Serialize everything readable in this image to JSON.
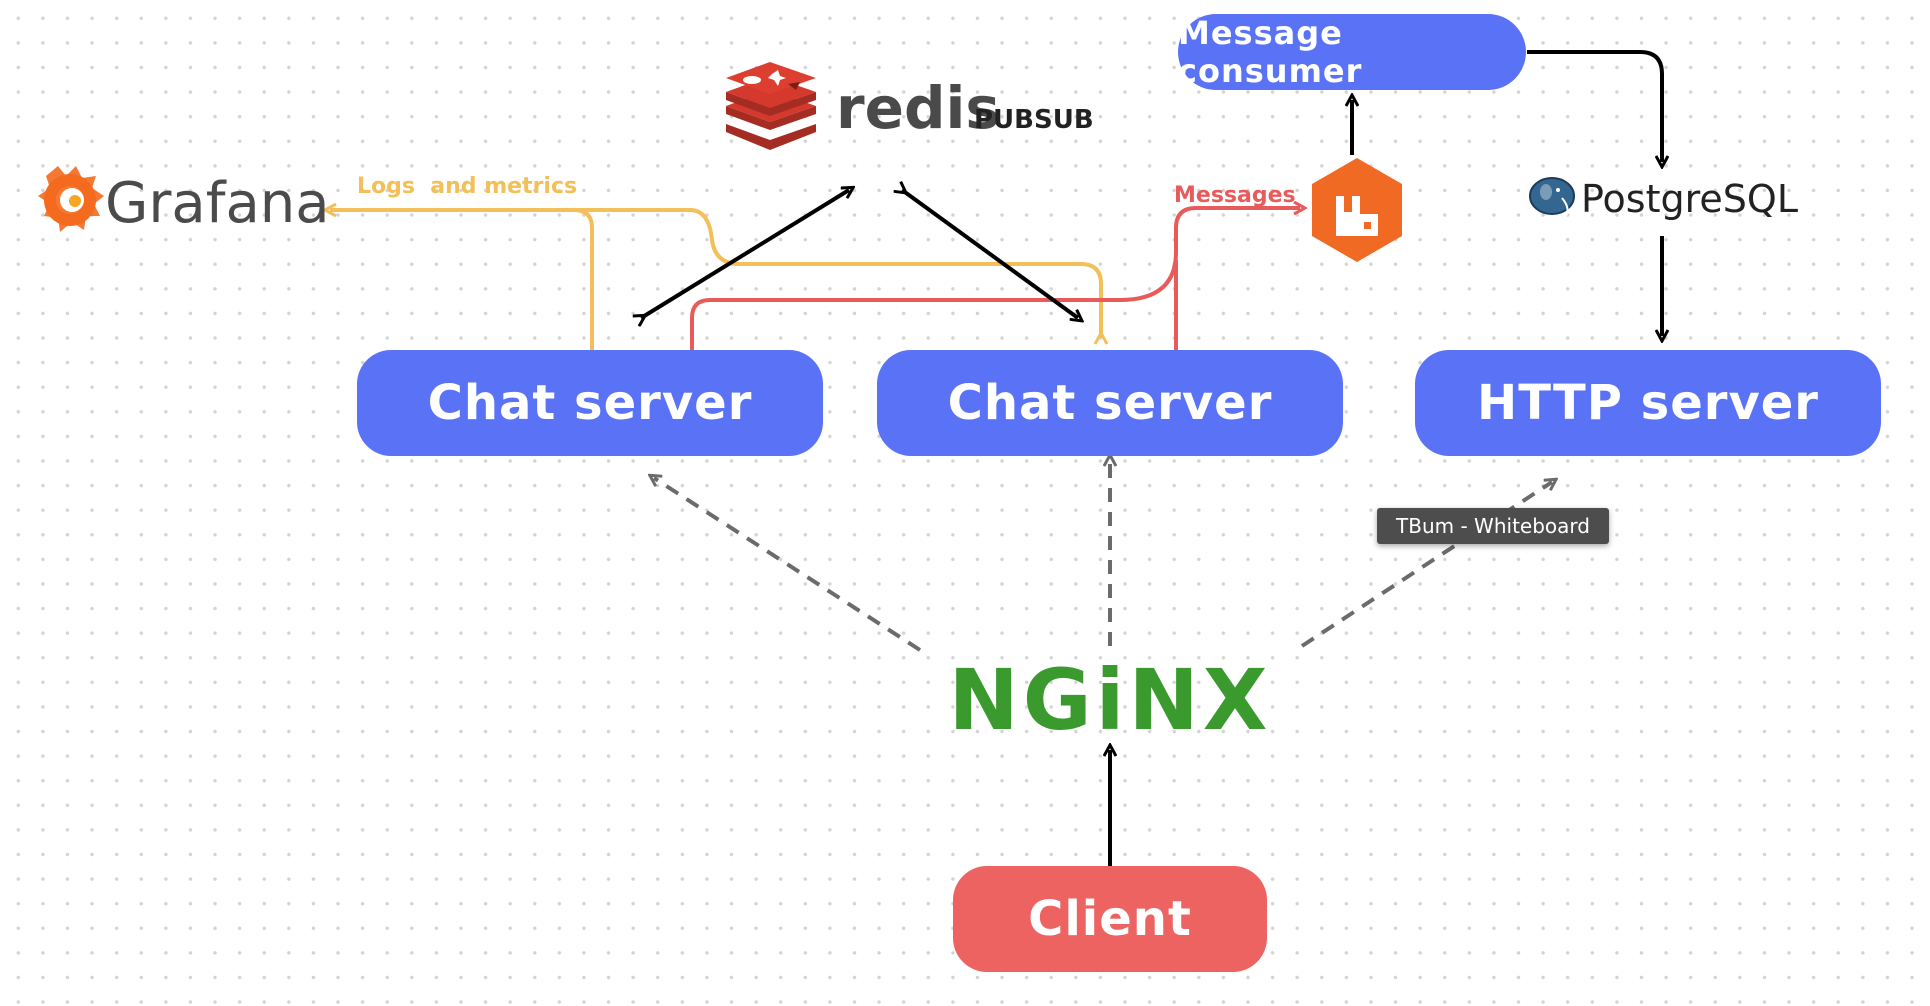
{
  "nodes": {
    "chat_server_1": "Chat server",
    "chat_server_2": "Chat server",
    "http_server": "HTTP server",
    "message_consumer": "Message consumer",
    "client": "Client"
  },
  "logos": {
    "redis": "redis",
    "redis_suffix": "PUBSUB",
    "grafana": "Grafana",
    "postgres": "PostgreSQL",
    "nginx": "NGiNX"
  },
  "labels": {
    "logs_metrics": "Logs  and metrics",
    "messages": "Messages"
  },
  "tooltip": "TBum - Whiteboard",
  "colors": {
    "box_blue": "#5a72f5",
    "box_red": "#ec6361",
    "logs_line": "#f2bf58",
    "messages_line": "#e85b5b",
    "nginx_green": "#3a9a2e",
    "redis_red": "#c8392e",
    "rabbit_orange": "#f06a23"
  }
}
